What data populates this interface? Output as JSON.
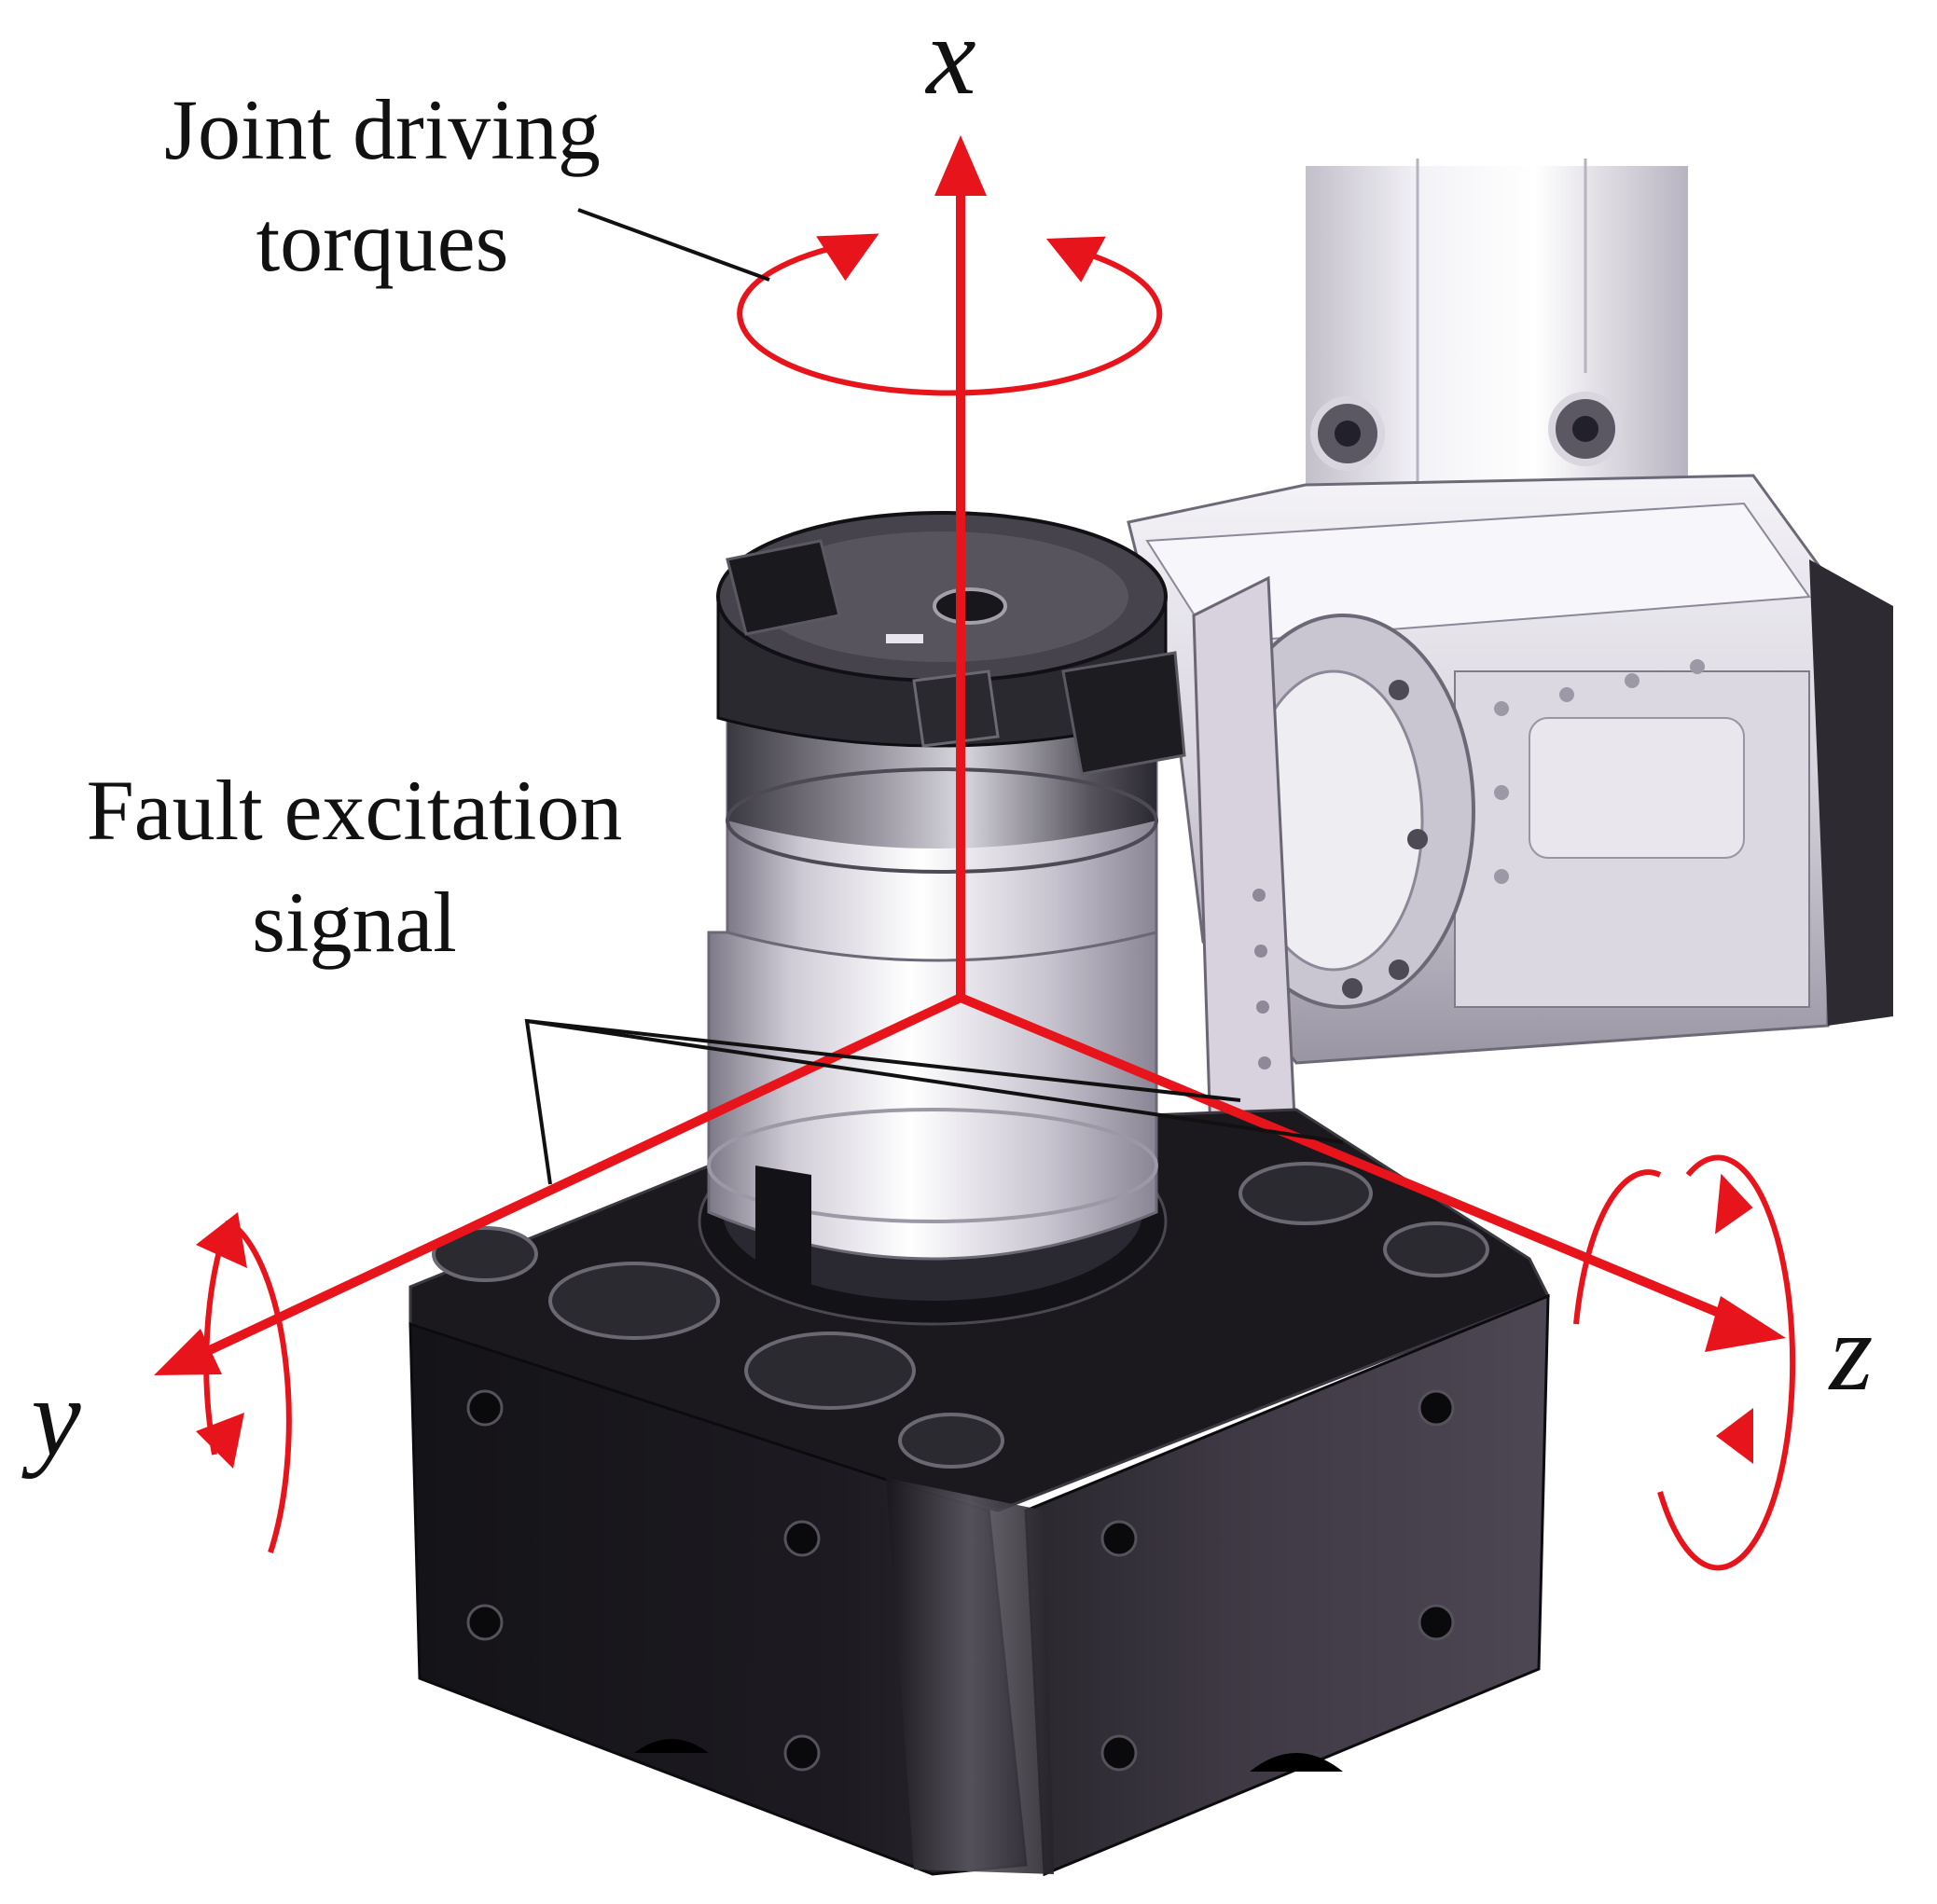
{
  "labels": {
    "joint_driving_line1": "Joint driving",
    "joint_driving_line2": "torques",
    "fault_excitation_line1": "Fault excitation",
    "fault_excitation_line2": "signal"
  },
  "axes": {
    "x": "x",
    "y": "y",
    "z": "z"
  },
  "colors": {
    "axis": "#e8141b",
    "leader": "#111111",
    "base_body": "#1c1a1f",
    "metal_light": "#e4e2ea",
    "metal_shadow": "#8e8a98"
  }
}
